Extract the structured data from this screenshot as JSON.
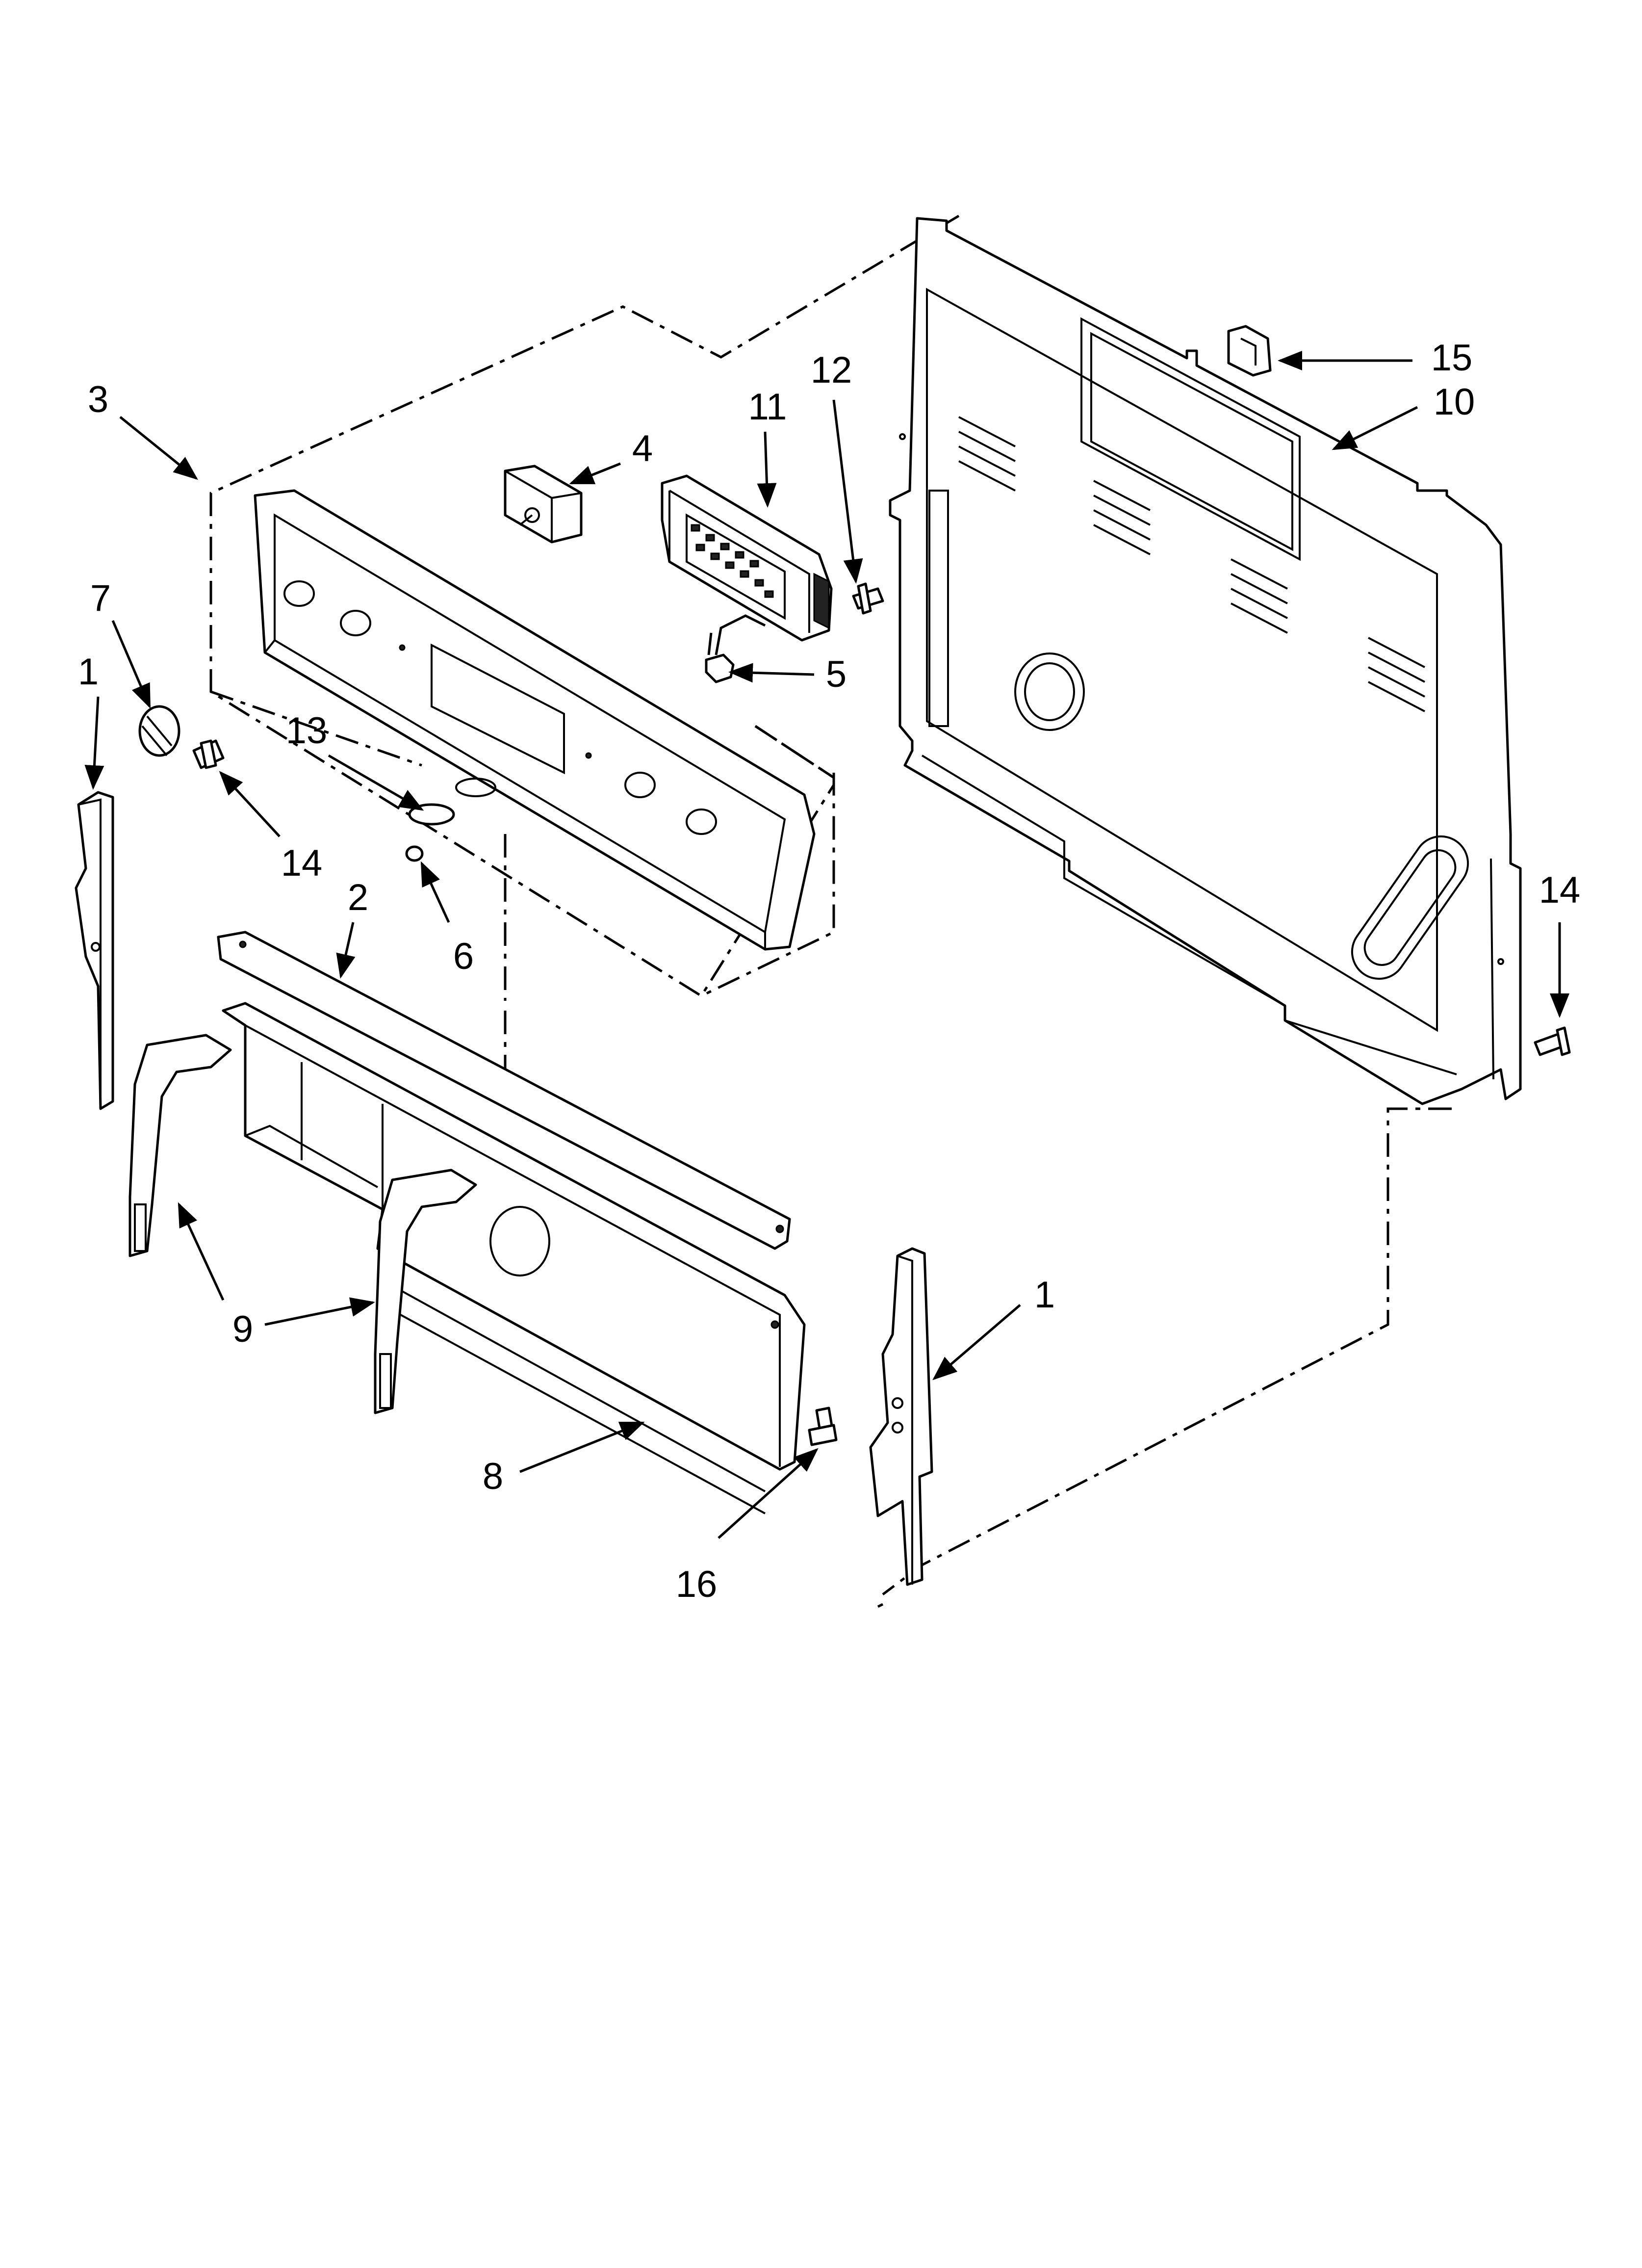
{
  "callouts": [
    {
      "id": "c1a",
      "label": "1"
    },
    {
      "id": "c1b",
      "label": "1"
    },
    {
      "id": "c2",
      "label": "2"
    },
    {
      "id": "c3",
      "label": "3"
    },
    {
      "id": "c4",
      "label": "4"
    },
    {
      "id": "c5",
      "label": "5"
    },
    {
      "id": "c6",
      "label": "6"
    },
    {
      "id": "c7",
      "label": "7"
    },
    {
      "id": "c8",
      "label": "8"
    },
    {
      "id": "c9",
      "label": "9"
    },
    {
      "id": "c10",
      "label": "10"
    },
    {
      "id": "c11",
      "label": "11"
    },
    {
      "id": "c12",
      "label": "12"
    },
    {
      "id": "c13",
      "label": "13"
    },
    {
      "id": "c14a",
      "label": "14"
    },
    {
      "id": "c14b",
      "label": "14"
    },
    {
      "id": "c15",
      "label": "15"
    },
    {
      "id": "c16",
      "label": "16"
    }
  ]
}
